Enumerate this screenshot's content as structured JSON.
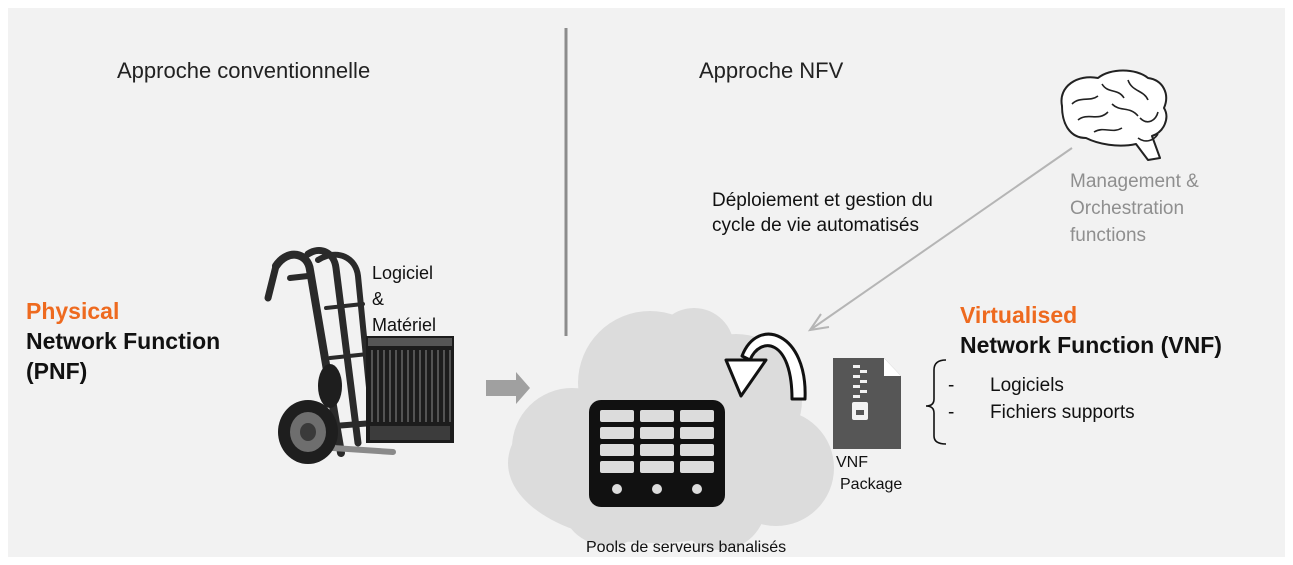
{
  "left": {
    "title": "Approche conventionnelle",
    "pnf": {
      "accent": "Physical",
      "line1": "Network Function",
      "line2": "(PNF)"
    },
    "hw_label": [
      "Logiciel",
      "&",
      "Matériel"
    ]
  },
  "right": {
    "title": "Approche NFV",
    "deploy_label": [
      "Déploiement et gestion du",
      "cycle de vie automatisés"
    ],
    "mano_label": [
      "Management &",
      "Orchestration",
      "functions"
    ],
    "vnf": {
      "accent": "Virtualised",
      "line1": "Network Function (VNF)"
    },
    "vnf_items": [
      "Logiciels",
      "Fichiers supports"
    ],
    "package_label": [
      "VNF",
      "Package"
    ],
    "cloud_label": "Pools de serveurs banalisés"
  },
  "colors": {
    "accent": "#ee6a1f",
    "background": "#f2f2f2",
    "cloud": "#dcdcdc",
    "divider": "#8c8c8c",
    "mano_text": "#8f8f8f"
  },
  "icons": [
    "hand-truck-icon",
    "chassis-icon",
    "arrow-right-icon",
    "cloud-icon",
    "server-rack-icon",
    "curved-arrow-icon",
    "zip-file-icon",
    "brain-icon",
    "brace-icon"
  ]
}
